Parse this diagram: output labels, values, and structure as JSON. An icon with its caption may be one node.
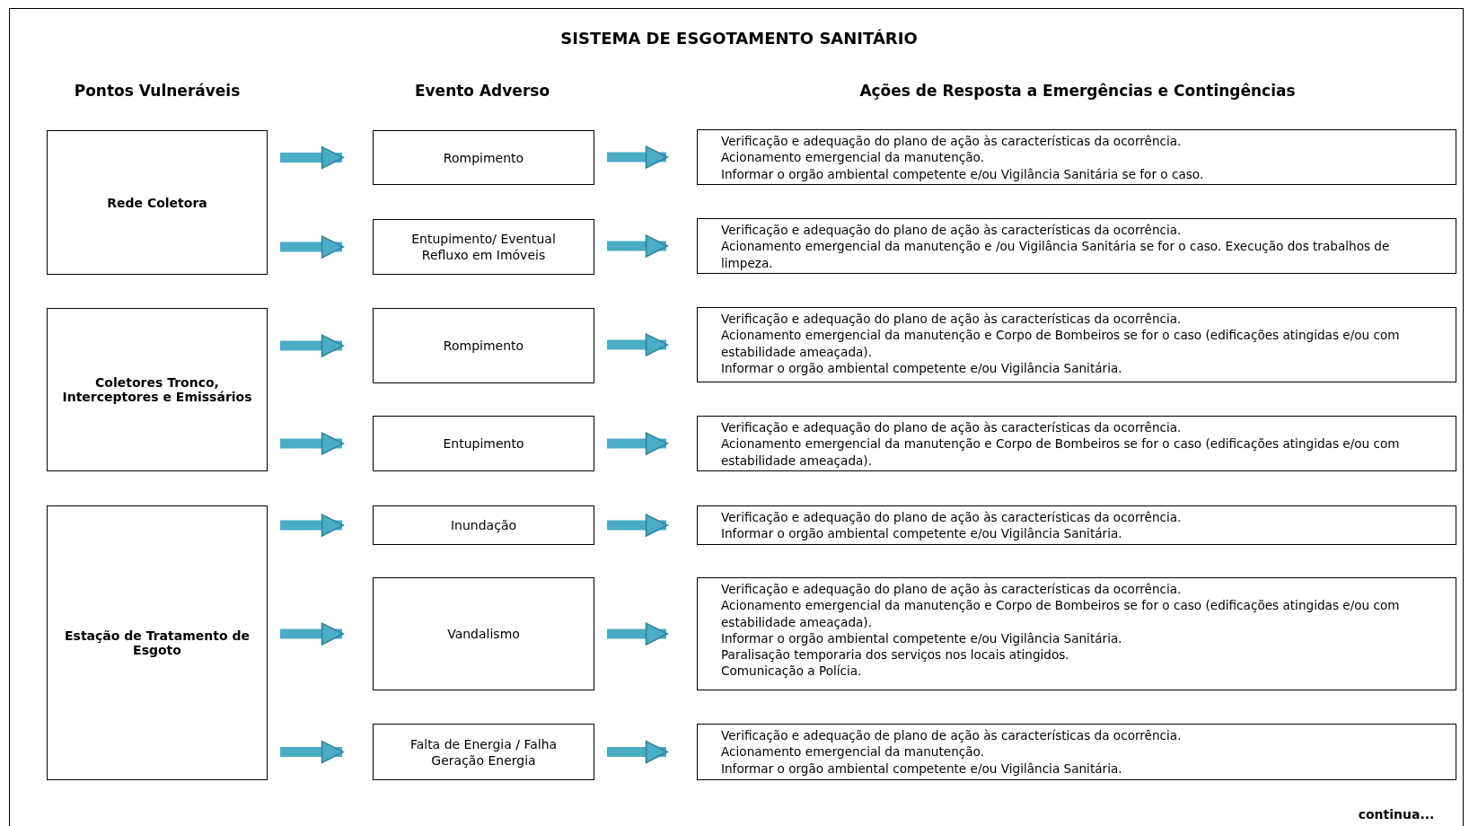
{
  "diagram": {
    "title": "SISTEMA DE ESGOTAMENTO SANITÁRIO",
    "nodes": [
      {
        "text": [
          "Rede Coletora"
        ]
      },
      {
        "text": [
          "Rompimento"
        ]
      },
      {
        "text": [
          "Verificação e adequação do plano de ação às características da ocorrência.",
          "Acionamento emergencial da manutenção.",
          "Informar o orgão ambiental competente e/ou Vigilância Sanitária se for o caso."
        ]
      },
      {
        "text": [
          "Entupimento/ Eventual Refluxo em Imóveis"
        ]
      },
      {
        "text": [
          "Verificação e adequação do plano de ação às características da ocorrência.",
          "Acionamento emergencial da manutenção e /ou Vigilância Sanitária se for o caso. Execução dos trabalhos de limpeza."
        ]
      },
      {
        "text": [
          "Coletores Tronco, Interceptores e Emissários"
        ]
      },
      {
        "text": [
          "Rompimento"
        ]
      },
      {
        "text": [
          "Verificação e adequação do plano de ação às características da ocorrência.",
          "Acionamento emergencial da manutenção e Corpo de Bombeiros se for o caso (edificações atingidas e/ou com estabilidade ameaçada).",
          "Informar o orgão ambiental competente e/ou Vigilância Sanitária."
        ]
      },
      {
        "text": [
          "Entupimento"
        ]
      },
      {
        "text": [
          "Verificação e adequação do plano de ação às características da ocorrência.",
          "Acionamento emergencial da manutenção e Corpo de Bombeiros se for o caso (edificações atingidas e/ou com estabilidade ameaçada)."
        ]
      },
      {
        "text": [
          "Estação de Tratamento de Esgoto"
        ]
      },
      {
        "text": [
          "Inundação"
        ]
      },
      {
        "text": [
          "Verificação e adequação do plano de ação às características da ocorrência.",
          "Informar o orgão ambiental competente e/ou Vigilância Sanitária."
        ]
      },
      {
        "text": [
          "Vandalismo"
        ]
      },
      {
        "text": [
          "Verificação e adequação do plano de ação às características da ocorrência.",
          "Acionamento emergencial da manutenção e Corpo de Bombeiros se for o caso (edificações atingidas e/ou com estabilidade ameaçada).",
          "Informar o orgão ambiental competente e/ou Vigilância Sanitária.",
          "Paralisação temporaria dos serviços nos locais atingidos.",
          "Comunicação a Polícia."
        ]
      },
      {
        "text": [
          "Falta de Energia / Falha Geração Energia"
        ]
      },
      {
        "text": [
          "Verificação e adequação de plano de ação às características da ocorrência.",
          "Acionamento emergencial da manutenção.",
          "Informar o orgão ambiental competente e/ou Vigilância Sanitária."
        ]
      }
    ],
    "edges": [
      {
        "from": 0,
        "to": 1,
        "arrow": "to"
      },
      {
        "from": 1,
        "to": 2,
        "arrow": "to"
      },
      {
        "from": 0,
        "to": 3,
        "arrow": "to"
      },
      {
        "from": 3,
        "to": 4,
        "arrow": "to"
      },
      {
        "from": 5,
        "to": 6,
        "arrow": "to"
      },
      {
        "from": 6,
        "to": 7,
        "arrow": "to"
      },
      {
        "from": 5,
        "to": 8,
        "arrow": "to"
      },
      {
        "from": 8,
        "to": 9,
        "arrow": "to"
      },
      {
        "from": 10,
        "to": 11,
        "arrow": "to"
      },
      {
        "from": 11,
        "to": 12,
        "arrow": "to"
      },
      {
        "from": 10,
        "to": 13,
        "arrow": "to"
      },
      {
        "from": 13,
        "to": 14,
        "arrow": "to"
      },
      {
        "from": 10,
        "to": 15,
        "arrow": "to"
      },
      {
        "from": 15,
        "to": 16,
        "arrow": "to"
      }
    ],
    "labels": [
      "Pontos Vulneráveis",
      "Evento Adverso",
      "Ações de Resposta a Emergências e Contingências",
      "continua..."
    ]
  }
}
